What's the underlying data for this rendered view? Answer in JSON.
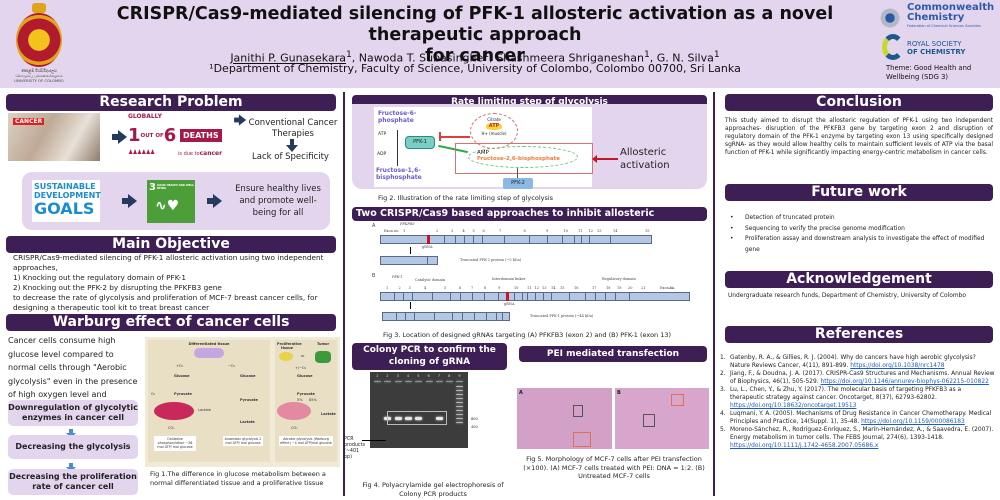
{
  "header": {
    "title_line1": "CRISPR/Cas9-mediated silencing of PFK-1 allosteric activation as a novel therapeutic approach",
    "title_line2": "for cancer",
    "authors": [
      {
        "name": "Janithi P. Gunasekara",
        "sup": "1",
        "underlined": true
      },
      {
        "name": "Nawoda T. Subasinghe",
        "sup": "1"
      },
      {
        "name": "Shashmeera Shriganeshan",
        "sup": "1"
      },
      {
        "name": "G. N. Silva",
        "sup": "1"
      }
    ],
    "affiliation": "¹Department of Chemistry, Faculty of Science, University of Colombo, Colombo 00700, Sri Lanka",
    "university_logo_text": [
      "කොළඹ විශ්වවිද්‍යාලය",
      "கொழும்பு பல்கலைக்கழகம்",
      "UNIVERSITY OF COLOMBO"
    ],
    "sponsor1_name": [
      "Commonwealth",
      "Chemistry"
    ],
    "sponsor1_sub": "Federation of Chemical Sciences Societies",
    "sponsor2_name": [
      "ROYAL SOCIETY",
      "OF CHEMISTRY"
    ],
    "theme": "Theme: Good Health and Wellbeing (SDG 3)"
  },
  "research_problem": {
    "heading": "Research Problem",
    "photo_tag": "CANCER",
    "stat_globally": "GLOBALLY",
    "stat_one": "1",
    "stat_out_of": "OUT OF",
    "stat_six": "6",
    "stat_deaths": "DEATHS",
    "stat_people": "♟♟♟♟♟♟",
    "stat_due": "is due to",
    "stat_cancer": "cancer",
    "conventional": "Conventional Cancer Therapies",
    "lack": "Lack of Specificity",
    "sdg_logo": [
      "SUSTAINABLE",
      "DEVELOPMENT",
      "GOALS"
    ],
    "sdg3_number": "3",
    "sdg3_label": "GOOD HEALTH AND WELL-BEING",
    "ensure": "Ensure healthy lives and promote well-being for all"
  },
  "main_objective": {
    "heading": "Main Objective",
    "lines": [
      "CRISPR/Cas9-mediated silencing of PFK-1 allosteric activation using two independent approaches,",
      "1) Knocking out the  regulatory domain of PFK-1",
      "2) Knocking out the PFK-2 by disrupting the PFKFB3 gene",
      "to decrease the rate of glycolysis and proliferation of MCF-7 breast cancer cells, for designing a therapeutic tool kit to treat breast cancer"
    ]
  },
  "warburg": {
    "heading": "Warburg effect of cancer cells",
    "text": "Cancer cells consume high glucose level compared to normal cells through \"Aerobic glycolysis\" even in the presence of high oxygen level and functioning Mitochondria",
    "flow": [
      "Downregulation of glycolytic enzymes in cancer cell",
      "Decreasing the glycolysis",
      "Decreasing the proliferation rate of cancer cell"
    ],
    "fig1": {
      "left_title": "Differentiated tissue",
      "right_title1": "Proliferative tissue",
      "right_title2": "Tumor",
      "plus_o2": "+O₂",
      "minus_o2": "−O₂",
      "pm_o2": "+/−O₂",
      "glucose": "Glucose",
      "pyruvate": "Pyruvate",
      "lactate": "Lactate",
      "co2": "CO₂",
      "o2": "O₂",
      "or": "or",
      "pct5": "5%",
      "pct85": "85%",
      "box1": "Oxidative phosphorylation ~36 mol ATP/ mol glucose",
      "box2": "Anaerobic glycolysis 2 mol ATP/ mol glucose",
      "box3": "Aerobic glycolysis (Warburg effect) ~4 mol ATP/mol glucose"
    },
    "fig1_caption": "Fig 1.The difference in glucose metabolism between a normal differentiated tissue and a proliferative tissue"
  },
  "rate_limiting": {
    "heading": "Rate limiting step of glycolysis",
    "f6p": "Fructose-6-phosphate",
    "f16bp": "Fructose-1,6-bisphosphate",
    "atp": "ATP",
    "adp": "ADP",
    "pfk1": "PFK-1",
    "citrate": "Citrate",
    "atp_star": "ATP",
    "h_muscle": "H+ (muscle)",
    "amp": "AMP",
    "f26bp": "Fructose-2,6-bisphosphate",
    "pfk2": "PFK-2",
    "allosteric": "Allosteric activation",
    "caption": "Fig 2.  Illustration of the rate limiting step of glycolysis"
  },
  "approaches": {
    "heading": "Two CRISPR/Cas9 based approaches to inhibit allosteric activation of PFK-1",
    "panel_a_label": "A",
    "panel_a_gene": "PFKFB3",
    "panel_a_exon_label": "Exon no.",
    "panel_a_exons": [
      "1",
      "2",
      "3",
      "4",
      "5",
      "6",
      "7",
      "8",
      "9",
      "10",
      "11",
      "12",
      "13",
      "14",
      "15"
    ],
    "panel_a_grna": "gRNA",
    "panel_a_trunc": "Truncated PFK-2 protein (~5 kDa)",
    "panel_b_label": "B",
    "panel_b_gene": "PFK-1",
    "panel_b_domains": [
      "Catalytic domain",
      "Interdomain linker",
      "Regulatory domain"
    ],
    "panel_b_exons": [
      "1",
      "2",
      "3",
      "4",
      "5",
      "6",
      "7",
      "8",
      "9",
      "10",
      "11",
      "12",
      "13",
      "14",
      "15",
      "16",
      "17",
      "18",
      "19",
      "20",
      "21",
      "22"
    ],
    "panel_b_exon_label": "Exon no.",
    "panel_b_grna": "gRNA",
    "panel_b_trunc": "Truncated PFK-1 protein (~44 kDa)",
    "caption": "Fig 3. Location of designed gRNAs targeting (A) PFKFB3 (exon 2) and (B) PFK-1 (exon 13)"
  },
  "colony_pcr": {
    "heading": "Colony PCR to confirm the cloning of gRNA",
    "lanes": [
      "1",
      "2",
      "3",
      "4",
      "5",
      "6",
      "7",
      "8",
      "9"
    ],
    "ladder_marks": [
      "600",
      "400"
    ],
    "pcr_label": "PCR products (~401 bp)",
    "caption": "Fig 4. Polyacrylamide gel electrophoresis of Colony PCR products"
  },
  "pei": {
    "heading": "PEI mediated transfection",
    "panel_a": "A",
    "panel_b": "B",
    "caption": "Fig 5. Morphology of MCF-7 cells after PEI transfection (×100). (A) MCF-7 cells treated with PEI: DNA = 1:2. (B) Untreated MCF-7 cells"
  },
  "conclusion": {
    "heading": "Conclusion",
    "text": "This study aimed to disrupt the allosteric regulation of PFK-1 using two independent approaches- disruption of the PFKFB3 gene by targeting exon 2  and disruption of regulatory domain of the PFK-1 enzyme by targeting exon 13 using specifically designed sgRNA-  as they would allow healthy cells to maintain sufficient levels of ATP via the basal function of PFK-1 while significantly impacting energy-centric metabolism in cancer cells."
  },
  "future_work": {
    "heading": "Future work",
    "items": [
      "Detection of truncated protein",
      "Sequencing to verify the precise genome modification",
      "Proliferation assay and downstream analysis to investigate the effect of modified gene"
    ]
  },
  "acknowledgement": {
    "heading": "Acknowledgement",
    "text": "Undergraduate research funds, Department of Chemistry, University of Colombo"
  },
  "references": {
    "heading": "References",
    "items": [
      {
        "num": "1.",
        "text": "Gatenby, R. A., & Gillies, R. J. (2004). Why do cancers have high aerobic glycolysis? Nature Reviews Cancer, 4(11), 891-899. ",
        "link": "https://doi.org/10.1038/nrc1478"
      },
      {
        "num": "2.",
        "text": "Jiang, F., & Doudna, J. A. (2017). CRISPR-Cas9 Structures and Mechanisms. Annual Review of Biophysics, 46(1), 505-529. ",
        "link": "https://doi.org/10.1146/annurev-biophys-062215-010822"
      },
      {
        "num": "3.",
        "text": "Lu, L., Chen, Y., & Zhu, Y. (2017). The molecular basis of targeting PFKFB3 as a therapeutic strategy against cancer. Oncotarget, 8(37), 62793-62802. ",
        "link": "https://doi.org/10.18632/oncotarget.19513"
      },
      {
        "num": "4.",
        "text": "Luqmani, Y. A. (2005). Mechanisms of Drug Resistance in Cancer Chemotherapy. Medical Principles and Practice, 14(Suppl. 1), 35-48. ",
        "link": "https://doi.org/10.1159/000086183"
      },
      {
        "num": "5.",
        "text": "Moreno-Sánchez, R., Rodríguez-Enríquez, S., Marín-Hernández, A., & Saavedra, E. (2007). Energy metabolism in tumor cells. The FEBS Journal, 274(6), 1393-1418. ",
        "link": "https://doi.org/10.1111/j.1742-4658.2007.05686.x"
      }
    ]
  },
  "colors": {
    "header_bg": "#e4d5ee",
    "section_bar": "#3d1f55",
    "accent_box": "#e4d5ee",
    "arrow_navy": "#243a5e",
    "flow_arrow": "#4a8ed0",
    "link": "#1a5ccc"
  }
}
